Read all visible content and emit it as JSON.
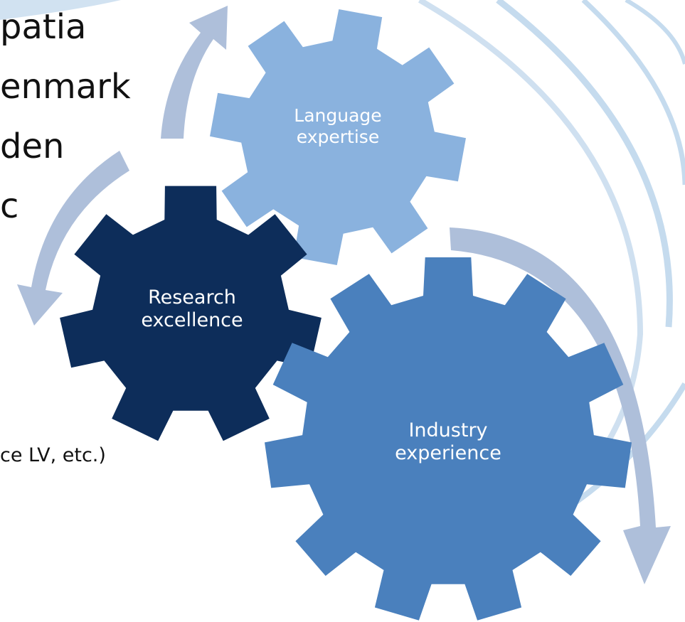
{
  "text_lines": [
    "patia",
    "enmark",
    "den",
    "c",
    "ce LV, etc.)"
  ],
  "gears": {
    "language": {
      "line1": "Language",
      "line2": "expertise",
      "color": "#8ab2de"
    },
    "research": {
      "line1": "Research",
      "line2": "excellence",
      "color": "#0d2d5a"
    },
    "industry": {
      "line1": "Industry",
      "line2": "experience",
      "color": "#4a80bd"
    }
  },
  "colors": {
    "arrow": "#aebfda",
    "swoosh": "#b7d0e8"
  }
}
